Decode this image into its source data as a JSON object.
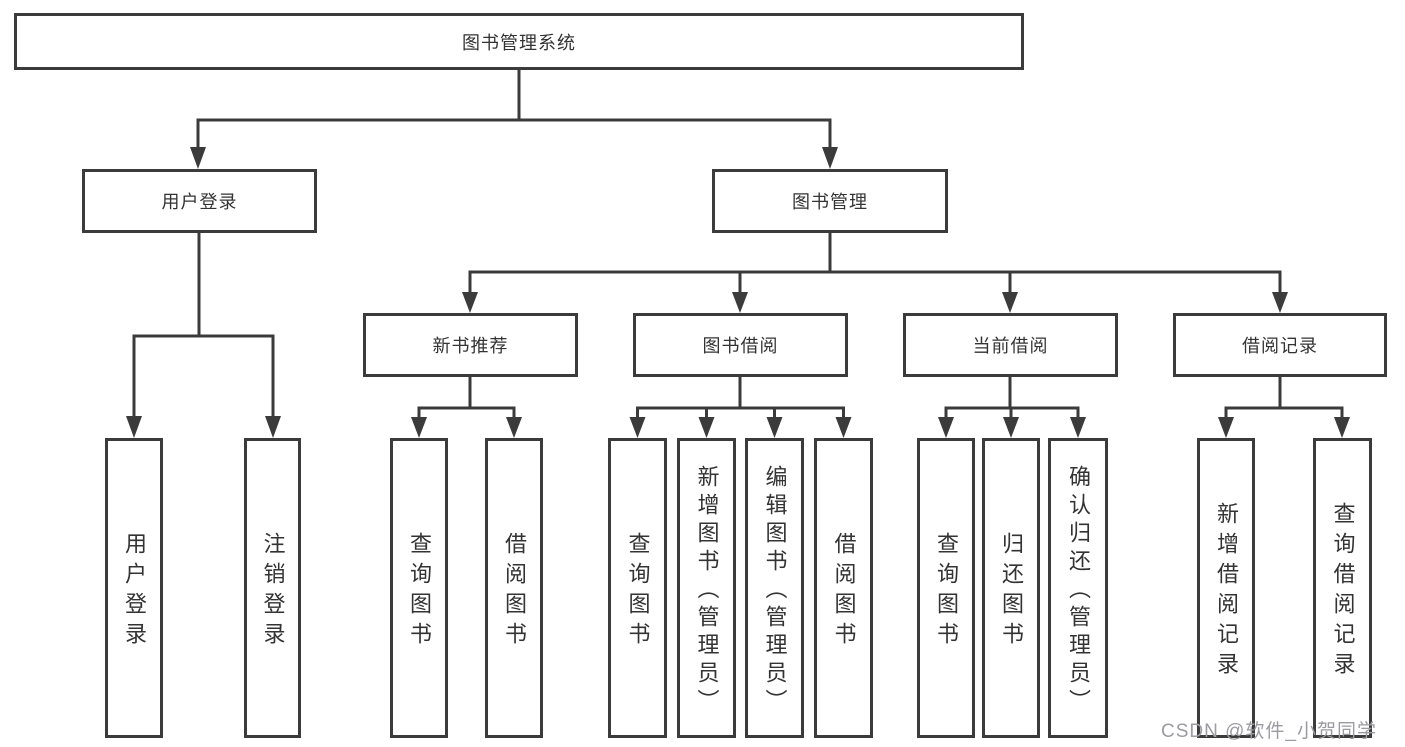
{
  "diagram": {
    "type": "hierarchy-diagram",
    "root": {
      "label": "图书管理系统"
    },
    "level2": {
      "user_login": {
        "label": "用户登录"
      },
      "book_mgmt": {
        "label": "图书管理"
      }
    },
    "level3": {
      "new_book": {
        "label": "新书推荐"
      },
      "book_borrow": {
        "label": "图书借阅"
      },
      "current_borrow": {
        "label": "当前借阅"
      },
      "borrow_record": {
        "label": "借阅记录"
      }
    },
    "leaves": {
      "user_login_children": {
        "a1": {
          "label": "用户登录"
        },
        "a2": {
          "label": "注销登录"
        }
      },
      "new_book_children": {
        "b1": {
          "label": "查询图书"
        },
        "b2": {
          "label": "借阅图书"
        }
      },
      "book_borrow_children": {
        "c1": {
          "label": "查询图书"
        },
        "c2": {
          "label": "新增图书（管理员）"
        },
        "c3": {
          "label": "编辑图书（管理员）"
        },
        "c4": {
          "label": "借阅图书"
        }
      },
      "current_borrow_children": {
        "d1": {
          "label": "查询图书"
        },
        "d2": {
          "label": "归还图书"
        },
        "d3": {
          "label": "确认归还（管理员）"
        }
      },
      "borrow_record_children": {
        "e1": {
          "label": "新增借阅记录"
        },
        "e2": {
          "label": "查询借阅记录"
        }
      }
    },
    "colors": {
      "line": "#3b3b3b",
      "text": "#333333",
      "background": "#ffffff",
      "watermark": "#9b9ba1"
    }
  },
  "watermark": {
    "text": "CSDN @软件_小贺同学"
  }
}
